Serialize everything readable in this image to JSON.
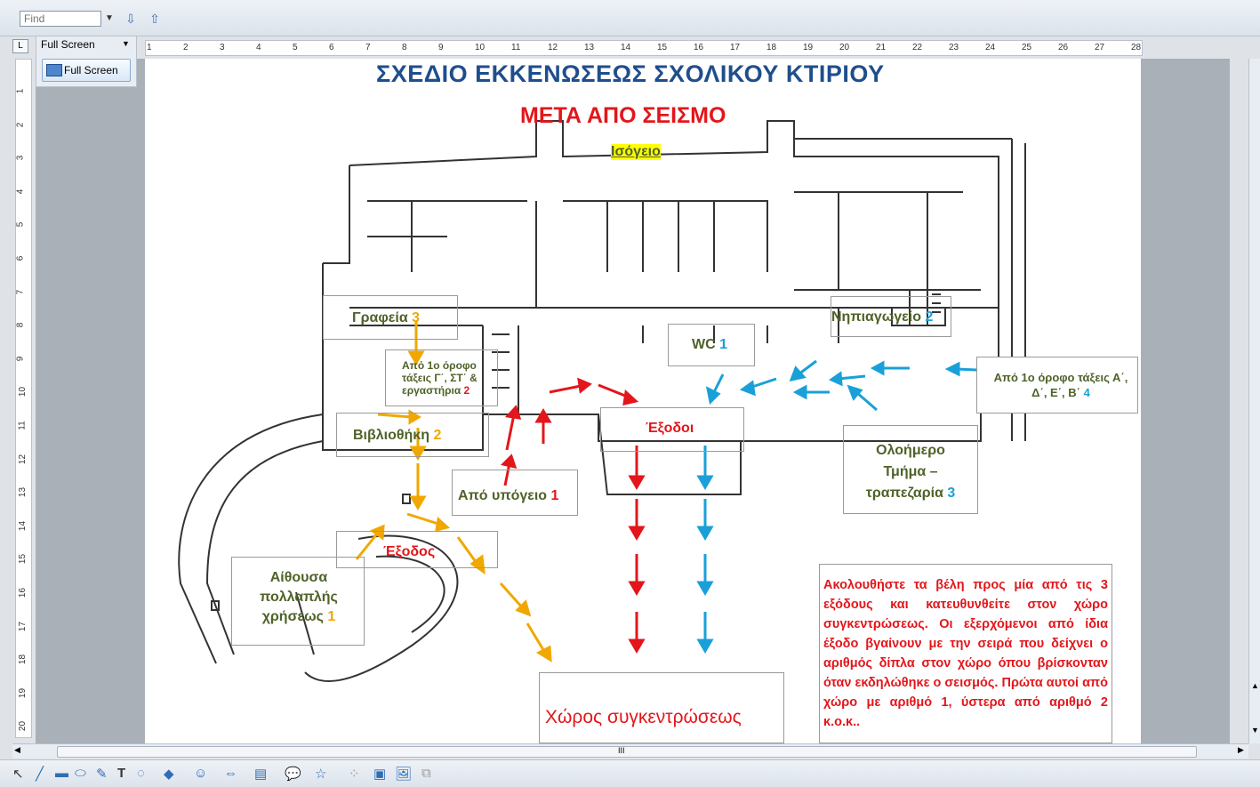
{
  "findbar": {
    "placeholder": "Find",
    "down_icon": "arrow-down-icon",
    "up_icon": "arrow-up-icon"
  },
  "fullscreen_toolbar": {
    "title": "Full Screen",
    "button_label": "Full Screen"
  },
  "ruler": {
    "h_ticks": [
      "1",
      "2",
      "3",
      "4",
      "5",
      "6",
      "7",
      "8",
      "9",
      "10",
      "11",
      "12",
      "13",
      "14",
      "15",
      "16",
      "17",
      "18",
      "19",
      "20",
      "21",
      "22",
      "23",
      "24",
      "25",
      "26",
      "27",
      "28"
    ],
    "v_ticks": [
      "1",
      "2",
      "3",
      "4",
      "5",
      "6",
      "7",
      "8",
      "9",
      "10",
      "11",
      "12",
      "13",
      "14",
      "15",
      "16",
      "17",
      "18",
      "19",
      "20"
    ]
  },
  "document": {
    "title": "ΣΧΕΔΙΟ ΕΚΚΕΝΩΣΕΩΣ ΣΧΟΛΙΚΟΥ ΚΤΙΡΙΟΥ",
    "subtitle": "ΜΕΤΑ ΑΠΟ ΣΕΙΣΜΟ",
    "floor": "Ισόγειο",
    "rooms": {
      "grafeia": {
        "name": "Γραφεία",
        "num": "3"
      },
      "vivliothiki": {
        "name": "Βιβλιοθήκη",
        "num": "2"
      },
      "aithousa": {
        "name": "Αίθουσα πολλαπλής χρήσεως",
        "num": "1"
      },
      "apo_1o_left": {
        "name": "Από 1ο όροφο τάξεις Γ΄, ΣΤ΄ & εργαστήρια",
        "num": "2"
      },
      "ypogeio": {
        "name": "Από υπόγειο",
        "num": "1"
      },
      "wc": {
        "name": "WC",
        "num": "1"
      },
      "nipiagogeio": {
        "name": "Νηπιαγωγείο",
        "num": "2"
      },
      "apo_1o_right": {
        "name": "Από 1ο όροφο τάξεις Α΄, Δ΄, Ε΄, Β΄",
        "num": "4"
      },
      "oloimero": {
        "name": "Ολοήμερο Τμήμα – τραπεζαρία",
        "num": "3"
      }
    },
    "exits_main": "Έξοδοι",
    "exit_left": "Έξοδος",
    "gathering": "Χώρος συγκεντρώσεως",
    "instructions": "Ακολουθήστε τα βέλη προς μία από τις 3 εξόδους και κατευθυνθείτε στον χώρο συγκεντρώσεως. Οι εξερχόμενοι από ίδια έξοδο βγαίνουν με την σειρά που δείχνει ο αριθμός δίπλα στον χώρο όπου βρίσκονταν όταν εκδηλώθηκε ο σεισμός. Πρώτα αυτοί από χώρο με αριθμό 1, ύστερα από αριθμό 2 κ.ο.κ..",
    "colors": {
      "title": "#1f4e8c",
      "red": "#e3161b",
      "blue": "#1aa0d8",
      "orange": "#f0a800",
      "label": "#4f6228"
    }
  },
  "scrollbar": {
    "h_label": "III"
  }
}
